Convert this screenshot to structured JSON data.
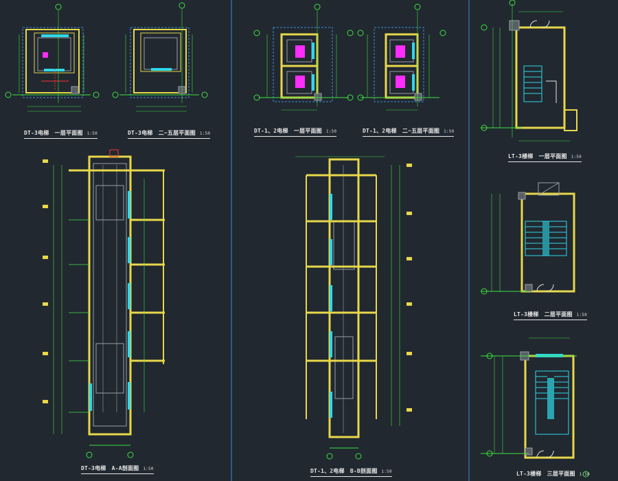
{
  "drawings": [
    {
      "id": "dt3-plan-1f",
      "title": "DT-3电梯　一层平面图",
      "scale": "1:50"
    },
    {
      "id": "dt3-plan-2to5f",
      "title": "DT-3电梯　二~五层平面图",
      "scale": "1:50"
    },
    {
      "id": "dt12-plan-1f",
      "title": "DT-1、2电梯　一层平面图",
      "scale": "1:50"
    },
    {
      "id": "dt12-plan-2to5f",
      "title": "DT-1、2电梯　二~五层平面图",
      "scale": "1:50"
    },
    {
      "id": "lt3-plan-1f",
      "title": "LT-3楼梯　一层平面图",
      "scale": "1:50"
    },
    {
      "id": "dt3-section-aa",
      "title": "DT-3电梯　A-A剖面图",
      "scale": "1:50"
    },
    {
      "id": "dt12-section-bb",
      "title": "DT-1、2电梯　B-B剖面图",
      "scale": "1:50"
    },
    {
      "id": "lt3-plan-2f",
      "title": "LT-3楼梯　二层平面图",
      "scale": "1:50"
    },
    {
      "id": "lt3-plan-3f",
      "title": "LT-3楼梯　三层平面图",
      "scale": "1:50"
    }
  ],
  "colors": {
    "background": "#212830",
    "wall": "#e8d84a",
    "dimension": "#3fe23f",
    "text": "#e8e8e8",
    "cyan": "#2fd8e8",
    "magenta": "#ff2cff",
    "red": "#ff3030",
    "gray": "#9aa0a8",
    "blue_border": "#3d8fd8"
  }
}
